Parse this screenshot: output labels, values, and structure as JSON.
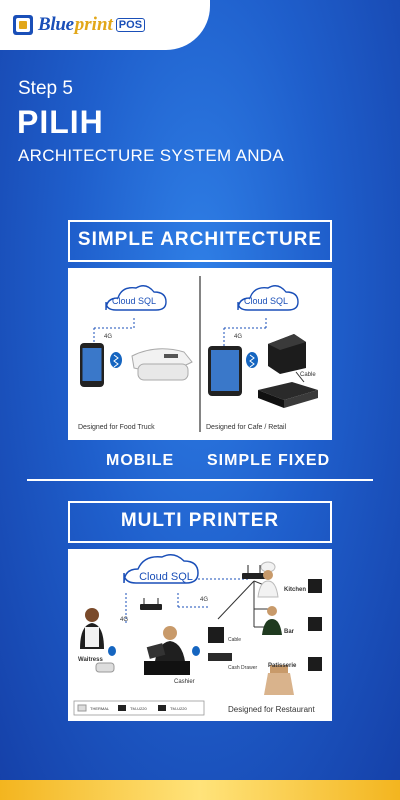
{
  "brand": {
    "name_part1": "Blue",
    "name_part2": "print",
    "suffix": "POS"
  },
  "step_label": "Step 5",
  "heading": "PILIH",
  "subheading": "ARCHITECTURE SYSTEM ANDA",
  "simple": {
    "title": "SIMPLE ARCHITECTURE",
    "cloud_label": "Cloud SQL",
    "net_label": "4G",
    "cable_label": "Cable",
    "left_caption": "Designed for Food Truck",
    "right_caption": "Designed for Cafe  / Retail",
    "mobile_label": "MOBILE",
    "fixed_label": "SIMPLE FIXED"
  },
  "multi": {
    "title": "MULTI PRINTER",
    "cloud_label": "Cloud SQL",
    "net_label": "4G",
    "net_label2": "4G",
    "waitress_label": "Waitress",
    "cashier_label": "Cashier",
    "cable_label": "Cable",
    "cash_drawer_label": "Cash Drawer",
    "kitchen_label": "Kitchen",
    "bar_label": "Bar",
    "patisserie_label": "Patisserie",
    "caption": "Designed for Restaurant",
    "legend": [
      "THERMAL",
      "TM-U220",
      "TM-U220"
    ]
  },
  "colors": {
    "accent_blue": "#1f5fcc",
    "gold": "#f3b51f",
    "bluetooth": "#1565c0"
  }
}
